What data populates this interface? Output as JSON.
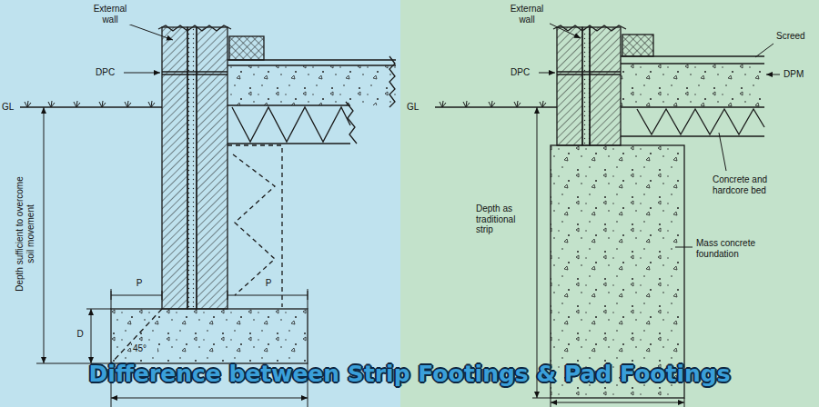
{
  "diagram": {
    "title": "Difference between Strip Footings & Pad Footings",
    "labels": [
      "External wall",
      "DPC",
      "GL",
      "Depth sufficient to overcome soil movement",
      "P",
      "P",
      "D",
      "45°",
      "External wall",
      "Screed",
      "DPC",
      "DPM",
      "GL",
      "Concrete and hardcore bed",
      "Depth as traditional strip",
      "Mass concrete foundation"
    ]
  }
}
